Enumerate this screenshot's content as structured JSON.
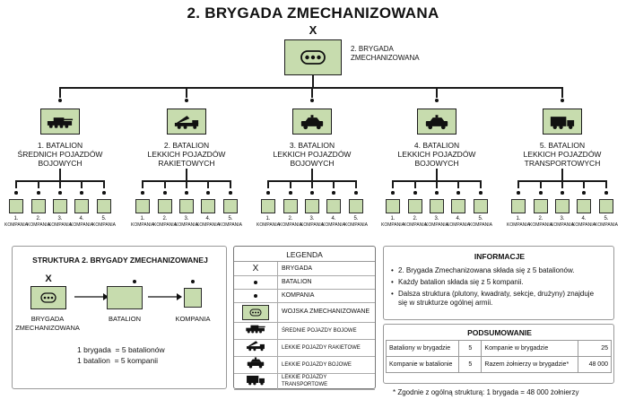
{
  "title": "2. BRYGADA ZMECHANIZOWANA",
  "brigade": {
    "symbol": "X",
    "label_line1": "2. BRYGADA",
    "label_line2": "ZMECHANIZOWANA"
  },
  "battalions": [
    {
      "icon": "tank-icon",
      "lines": [
        "1. BATALION",
        "ŚREDNICH POJAZDÓW",
        "BOJOWYCH"
      ]
    },
    {
      "icon": "rocket-launcher-icon",
      "lines": [
        "2. BATALION",
        "LEKKICH POJAZDÓW",
        "RAKIETOWYCH"
      ]
    },
    {
      "icon": "light-combat-vehicle-icon",
      "lines": [
        "3. BATALION",
        "LEKKICH POJAZDÓW",
        "BOJOWYCH"
      ]
    },
    {
      "icon": "light-combat-vehicle-icon",
      "lines": [
        "4. BATALION",
        "LEKKICH POJAZDÓW",
        "BOJOWYCH"
      ]
    },
    {
      "icon": "transport-truck-icon",
      "lines": [
        "5. BATALION",
        "LEKKICH POJAZDÓW",
        "TRANSPORTOWYCH"
      ]
    }
  ],
  "companies": [
    {
      "num": "1.",
      "label": "KOMPANIA"
    },
    {
      "num": "2.",
      "label": "KOMPANIA"
    },
    {
      "num": "3.",
      "label": "KOMPANIA"
    },
    {
      "num": "4.",
      "label": "KOMPANIA"
    },
    {
      "num": "5.",
      "label": "KOMPANIA"
    }
  ],
  "structure": {
    "title": "STRUKTURA 2. BRYGADY ZMECHANIZOWANEJ",
    "symbol": "X",
    "brigade_line1": "BRYGADA",
    "brigade_line2": "ZMECHANIZOWANA",
    "battalion_label": "BATALION",
    "company_label": "KOMPANIA",
    "eq1": "1 brygada  = 5 batalionów",
    "eq2": "1 batalion  = 5 kompanii"
  },
  "legend": {
    "title": "LEGENDA",
    "items": [
      {
        "symbol": "X",
        "label": "BRYGADA"
      },
      {
        "symbol": "dot",
        "label": "BATALION"
      },
      {
        "symbol": "dot",
        "label": "KOMPANIA"
      },
      {
        "symbol": "box",
        "label": "WOJSKA ZMECHANIZOWANE"
      },
      {
        "symbol": "tank-icon",
        "label": "ŚREDNIE POJAZDY BOJOWE"
      },
      {
        "symbol": "rocket-launcher-icon",
        "label": "LEKKIE POJAZDY RAKIETOWE"
      },
      {
        "symbol": "light-combat-vehicle-icon",
        "label": "LEKKIE POJAZDY BOJOWE"
      },
      {
        "symbol": "transport-truck-icon",
        "label": "LEKKIE POJAZDY TRANSPORTOWE"
      }
    ]
  },
  "info": {
    "title": "INFORMACJE",
    "bullets": [
      "2. Brygada Zmechanizowana składa się z 5 batalionów.",
      "Każdy batalion składa się z 5 kompanii.",
      "Dalsza struktura (plutony, kwadraty, sekcje, drużyny) znajduje się w strukturze ogólnej armii."
    ]
  },
  "summary": {
    "title": "PODSUMOWANIE",
    "rows": [
      [
        "Bataliony w brygadzie",
        "5",
        "Kompanie w brygadzie",
        "25"
      ],
      [
        "Kompanie w batalionie",
        "5",
        "Razem żołnierzy w brygadzie*",
        "48 000"
      ]
    ],
    "footnote": "* Zgodnie z ogólną strukturą: 1 brygada = 48 000 żołnierzy"
  },
  "colors": {
    "unit_fill": "#c7dcae",
    "line": "#1a1a1a"
  }
}
